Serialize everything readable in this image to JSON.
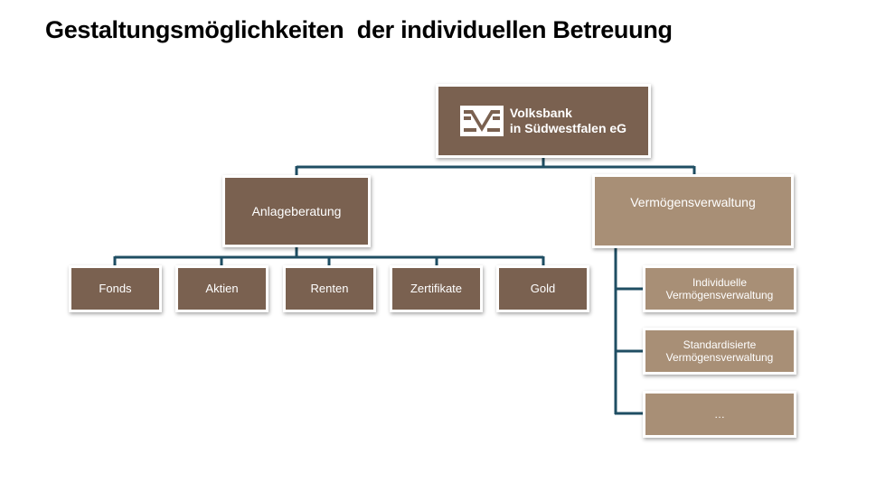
{
  "title": "Gestaltungsmöglichkeiten  der individuellen Betreuung",
  "root": {
    "logo_line1": "Volksbank",
    "logo_line2": "in Südwestfalen eG",
    "logo_icon": "volksbank-logo-icon"
  },
  "level1": {
    "left": "Anlageberatung",
    "right": "Vermögensverwaltung"
  },
  "products": [
    "Fonds",
    "Aktien",
    "Renten",
    "Zertifikate",
    "Gold"
  ],
  "mandates": [
    {
      "line1": "Individuelle",
      "line2": "Vermögensverwaltung"
    },
    {
      "line1": "Standardisierte",
      "line2": "Vermögensverwaltung"
    },
    {
      "line1": "…",
      "line2": ""
    }
  ],
  "colors": {
    "dark_box": "#7a6150",
    "light_box": "#a88f76",
    "connector": "#1f4e63"
  }
}
